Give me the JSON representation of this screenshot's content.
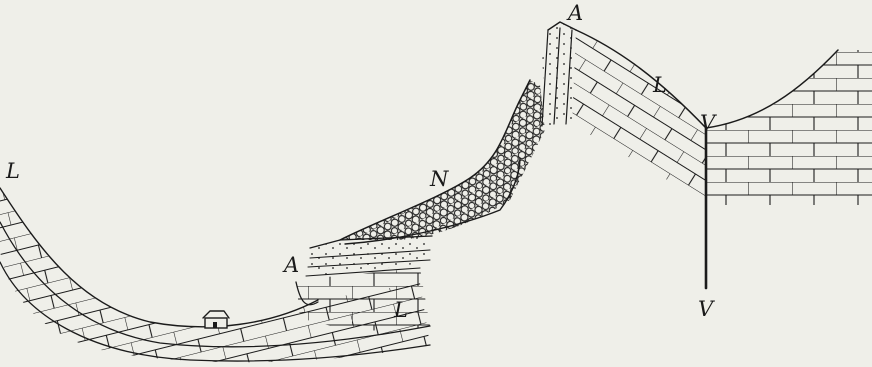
{
  "figure": {
    "labels": {
      "left_limestone": "L",
      "lower_sandstone": "A",
      "lower_limestone": "L",
      "conglomerate": "N",
      "upper_sandstone": "A",
      "upper_limestone": "L",
      "fault_top": "V",
      "fault_bottom": "V"
    },
    "colors": {
      "paper": "#efefe9",
      "ink": "#1b1b1b"
    }
  }
}
